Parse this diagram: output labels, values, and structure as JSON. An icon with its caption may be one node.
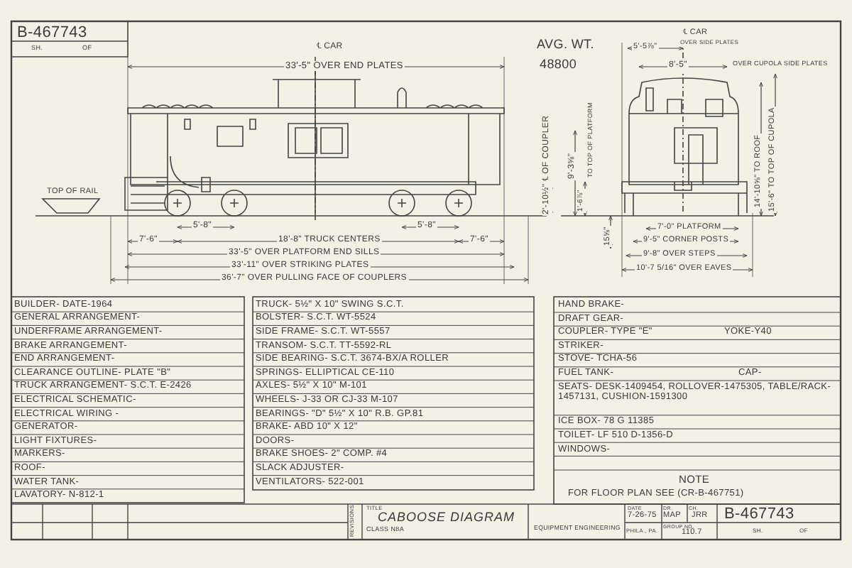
{
  "diagram": {
    "title": "CABOOSE DIAGRAM",
    "labels": [
      "B-467743",
      "SH.",
      "OF",
      "℄ CAR",
      "33'-5\" OVER END PLATES",
      "AVG. WT.",
      "48800",
      "℄ CAR",
      "5'-5⅞\"",
      "OVER SIDE PLATES",
      "8'-5\"",
      "OVER CUPOLA SIDE PLATES",
      "2'-10½\" ℄ OF COUPLER",
      "9'-3⅝\"",
      "TO TOP OF PLATFORM",
      "1'-6⅞\"",
      "14'-10⅝\" TO ROOF",
      "15'-6\" TO TOP OF CUPOLA",
      "TOP OF RAIL",
      "5'-8\"",
      "5'-8\"",
      "7'-6\"",
      "18'-8\" TRUCK CENTERS",
      "7'-6\"",
      "33'-5\" OVER PLATFORM END SILLS",
      "33'-11\" OVER STRIKING PLATES",
      "36'-7\" OVER PULLING FACE OF COUPLERS",
      "15⅝\"",
      "7'-0\" PLATFORM",
      "9'-5\" CORNER POSTS",
      "9'-8\" OVER STEPS",
      "10'-7 5/16\" OVER EAVES",
      "BUILDER- DATE-1964",
      "GENERAL ARRANGEMENT-",
      "UNDERFRAME ARRANGEMENT-",
      "BRAKE ARRANGEMENT-",
      "END ARRANGEMENT-",
      "CLEARANCE OUTLINE- PLATE \"B\"",
      "TRUCK ARRANGEMENT- S.C.T. E-2426",
      "ELECTRICAL SCHEMATIC-",
      "ELECTRICAL WIRING -",
      "GENERATOR-",
      "LIGHT FIXTURES-",
      "MARKERS-",
      "ROOF-",
      "WATER TANK-",
      "LAVATORY- N-812-1",
      "TRUCK- 5½\" X 10\" SWING S.C.T.",
      "BOLSTER- S.C.T. WT-5524",
      "SIDE FRAME- S.C.T. WT-5557",
      "TRANSOM- S.C.T. TT-5592-RL",
      "SIDE BEARING- S.C.T. 3674-BX/A ROLLER",
      "SPRINGS- ELLIPTICAL CE-110",
      "AXLES- 5½\" X 10\" M-101",
      "WHEELS- J-33 OR CJ-33 M-107",
      "BEARINGS- \"D\" 5½\" X 10\" R.B. GP.81",
      "BRAKE- ABD 10\" X 12\"",
      "DOORS-",
      "BRAKE SHOES- 2\" COMP. #4",
      "SLACK ADJUSTER-",
      "VENTILATORS- 522-001",
      "HAND BRAKE-",
      "DRAFT GEAR-",
      "COUPLER- TYPE \"E\"",
      "YOKE-Y40",
      "STRIKER-",
      "STOVE- TCHA-56",
      "FUEL TANK-",
      "CAP-",
      "SEATS- DESK-1409454, ROLLOVER-1475305, TABLE/RACK-1457131, CUSHION-1591300",
      "ICE BOX- 78 G 11385",
      "TOILET- LF 510 D-1356-D",
      "WINDOWS-",
      "NOTE",
      "FOR FLOOR PLAN SEE (CR-B-467751)",
      "REVISIONS",
      "TITLE",
      "CLASS N8A",
      "EQUIPMENT ENGINEERING",
      "DATE",
      "7-26-75",
      "DR.",
      "MAP",
      "CH.",
      "JRR",
      "PHILA., PA.",
      "GROUP NO.",
      "110.7",
      "B-467743",
      "SH.",
      "OF"
    ]
  }
}
